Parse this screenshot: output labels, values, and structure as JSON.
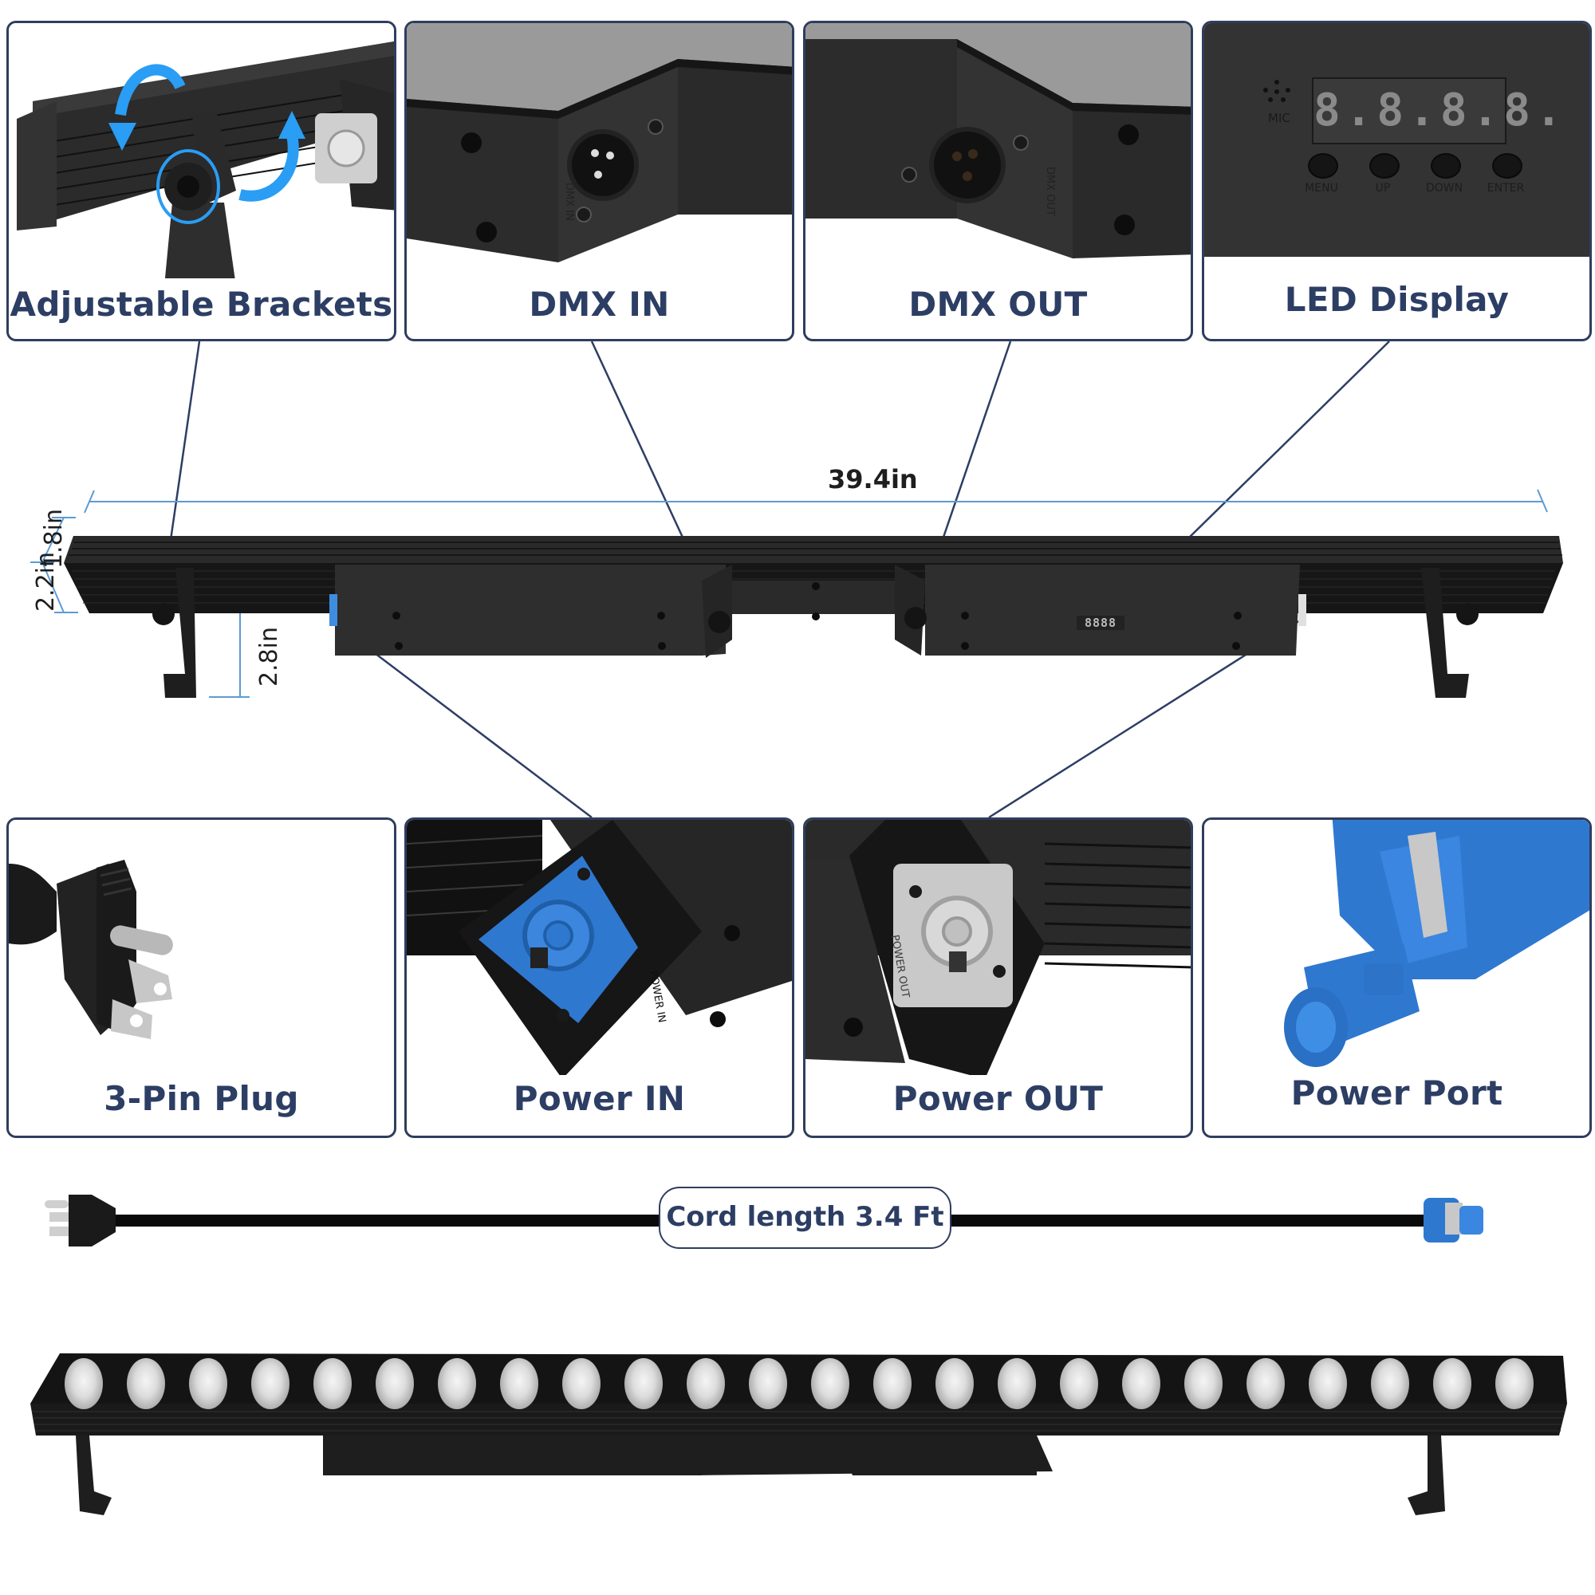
{
  "panels_top": [
    {
      "label": "Adjustable Brackets",
      "icon": "bracket-rotation-icon"
    },
    {
      "label": "DMX IN",
      "icon": "xlr-male-connector-icon"
    },
    {
      "label": "DMX OUT",
      "icon": "xlr-female-connector-icon"
    },
    {
      "label": "LED Display",
      "icon": "led-display-icon",
      "display_digits": "8.8.8.8.",
      "mic_label": "MIC",
      "buttons": [
        "MENU",
        "UP",
        "DOWN",
        "ENTER"
      ]
    }
  ],
  "panels_bottom": [
    {
      "label": "3-Pin Plug",
      "icon": "us-plug-icon"
    },
    {
      "label": "Power IN",
      "icon": "powercon-blue-socket-icon",
      "engraving": "POWER IN"
    },
    {
      "label": "Power OUT",
      "icon": "powercon-grey-socket-icon",
      "engraving": "POWER OUT"
    },
    {
      "label": "Power Port",
      "icon": "powercon-plug-icon"
    }
  ],
  "connector_engravings": {
    "dmx_in": "DMX IN",
    "dmx_out": "DMX OUT"
  },
  "dimensions": {
    "length": "39.4in",
    "depth": "1.8in",
    "height": "2.2in",
    "bracket_height": "2.8in"
  },
  "cord": {
    "label": "Cord length 3.4 Ft"
  },
  "led_bar": {
    "led_count": 24,
    "mini_display": "8888"
  },
  "colors": {
    "label_text": "#2d3e64",
    "panel_border": "#2f3d5e",
    "dimension_line": "#5b9bd5",
    "powercon_blue": "#2f78d0",
    "fixture_body": "#1c1c1c"
  }
}
